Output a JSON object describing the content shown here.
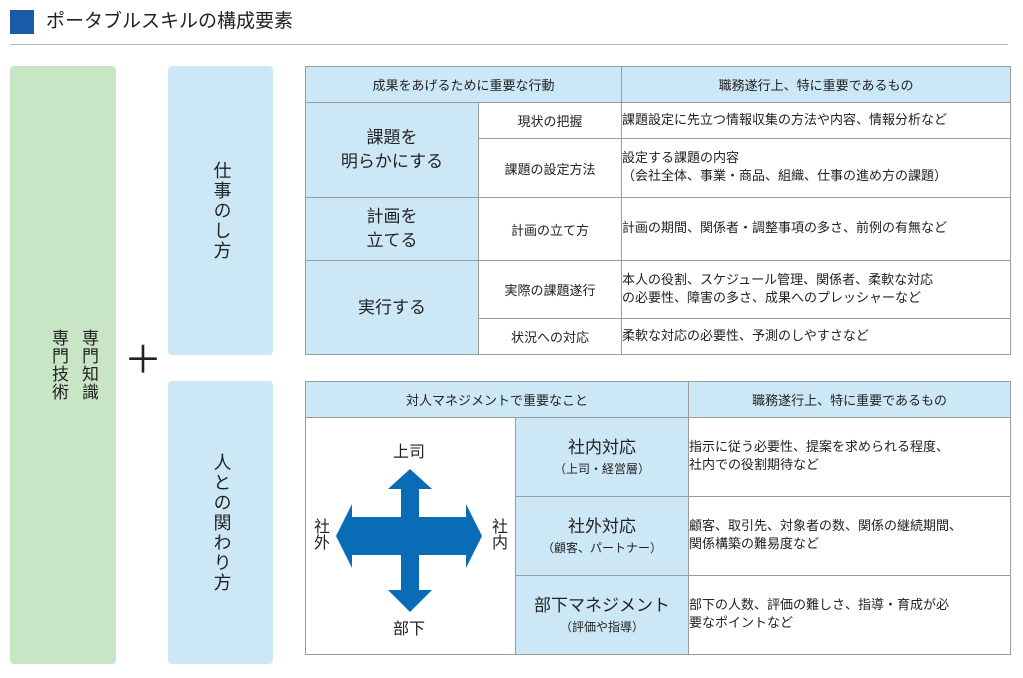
{
  "header": {
    "title": "ポータブルスキルの構成要素"
  },
  "skills": {
    "left_col": "専門技術",
    "right_col": "専門知識",
    "plus": "＋"
  },
  "sections": {
    "work": "仕事のし方",
    "people": "人との関わり方"
  },
  "colors": {
    "accent": "#1a5aa6",
    "green_block": "#c8e6c5",
    "blue_block": "#cce8f6",
    "arrow": "#0a6bb6"
  },
  "work_table": {
    "header_left": "成果をあげるために重要な行動",
    "header_right": "職務遂行上、特に重要であるもの",
    "groups": [
      {
        "category": "課題を明らかにする",
        "category_lines": [
          "課題を",
          "明らかにする"
        ],
        "rows": [
          {
            "item": "現状の把握",
            "desc": "課題設定に先立つ情報収集の方法や内容、情報分析など"
          },
          {
            "item": "課題の設定方法",
            "desc": "設定する課題の内容（会社全体、事業・商品、組織、仕事の進め方の課題）",
            "desc_lines": [
              "設定する課題の内容",
              "（会社全体、事業・商品、組織、仕事の進め方の課題）"
            ]
          }
        ]
      },
      {
        "category": "計画を立てる",
        "category_lines": [
          "計画を",
          "立てる"
        ],
        "rows": [
          {
            "item": "計画の立て方",
            "desc": "計画の期間、関係者・調整事項の多さ、前例の有無など"
          }
        ]
      },
      {
        "category": "実行する",
        "category_lines": [
          "実行する"
        ],
        "rows": [
          {
            "item": "実際の課題遂行",
            "desc": "本人の役割、スケジュール管理、関係者、柔軟な対応の必要性、障害の多さ、成果へのプレッシャーなど",
            "desc_lines": [
              "本人の役割、スケジュール管理、関係者、柔軟な対応",
              "の必要性、障害の多さ、成果へのプレッシャーなど"
            ]
          },
          {
            "item": "状況への対応",
            "desc": "柔軟な対応の必要性、予測のしやすさなど"
          }
        ]
      }
    ]
  },
  "people_table": {
    "header_left": "対人マネジメントで重要なこと",
    "header_right": "職務遂行上、特に重要であるもの",
    "diagram": {
      "up": "上司",
      "down": "部下",
      "left": "社外",
      "right": "社内"
    },
    "rows": [
      {
        "title": "社内対応",
        "sub": "（上司・経営層）",
        "desc": "指示に従う必要性、提案を求められる程度、社内での役割期待など",
        "desc_lines": [
          "指示に従う必要性、提案を求められる程度、",
          "社内での役割期待など"
        ]
      },
      {
        "title": "社外対応",
        "sub": "（顧客、パートナー）",
        "desc": "顧客、取引先、対象者の数、関係の継続期間、関係構築の難易度など",
        "desc_lines": [
          "顧客、取引先、対象者の数、関係の継続期間、",
          "関係構築の難易度など"
        ]
      },
      {
        "title": "部下マネジメント",
        "sub": "（評価や指導）",
        "desc": "部下の人数、評価の難しさ、指導・育成が必要なポイントなど",
        "desc_lines": [
          "部下の人数、評価の難しさ、指導・育成が必",
          "要なポイントなど"
        ]
      }
    ]
  }
}
